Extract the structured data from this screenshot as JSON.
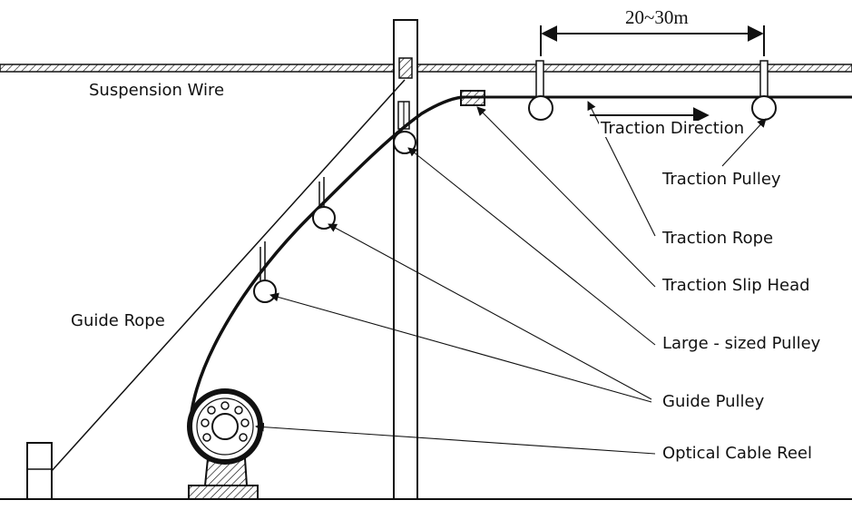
{
  "diagram": {
    "labels": {
      "suspension_wire": "Suspension Wire",
      "guide_rope": "Guide Rope",
      "traction_direction": "Traction Direction",
      "traction_pulley": "Traction Pulley",
      "traction_rope": "Traction Rope",
      "traction_slip_head": "Traction Slip Head",
      "large_sized_pulley": "Large - sized Pulley",
      "guide_pulley": "Guide Pulley",
      "optical_cable_reel": "Optical Cable Reel"
    },
    "dimension": "20~30m"
  },
  "colors": {
    "line": "#111111",
    "background": "#ffffff"
  }
}
